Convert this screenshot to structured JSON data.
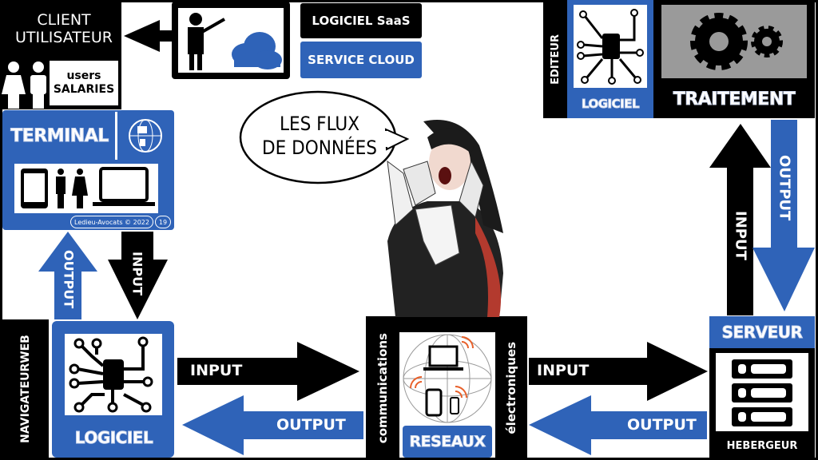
{
  "client": {
    "title_line1": "CLIENT",
    "title_line2": "UTILISATEUR",
    "users_line1": "users",
    "users_line2": "SALARIES"
  },
  "saas": {
    "logiciel_saas": "LOGICIEL SaaS",
    "service_cloud": "SERVICE CLOUD"
  },
  "terminal": {
    "label": "TERMINAL",
    "footer": "Ledieu-Avocats © 2022",
    "page": "19"
  },
  "left_arrows": {
    "output": "OUTPUT",
    "input": "INPUT"
  },
  "navigateur": {
    "line1": "NAVIGATEUR",
    "line2": "WEB"
  },
  "logiciel_client": {
    "label": "LOGICIEL"
  },
  "middle_arrows": {
    "input": "INPUT",
    "output": "OUTPUT"
  },
  "reseaux": {
    "left": "communications",
    "right": "électroniques",
    "label": "RESEAUX"
  },
  "right_arrows": {
    "input": "INPUT",
    "output": "OUTPUT"
  },
  "serveur": {
    "label": "SERVEUR",
    "hebergeur": "HEBERGEUR"
  },
  "editeur": {
    "label": "EDITEUR",
    "logiciel": "LOGICIEL",
    "traitement": "TRAITEMENT"
  },
  "vertical_arrows": {
    "input": "INPUT",
    "output": "OUTPUT"
  },
  "bubble": {
    "line1": "LES FLUX",
    "line2": "DE DONNÉES"
  },
  "colors": {
    "blue": "#2f63b8",
    "black": "#000000",
    "orange": "#e8602a"
  }
}
